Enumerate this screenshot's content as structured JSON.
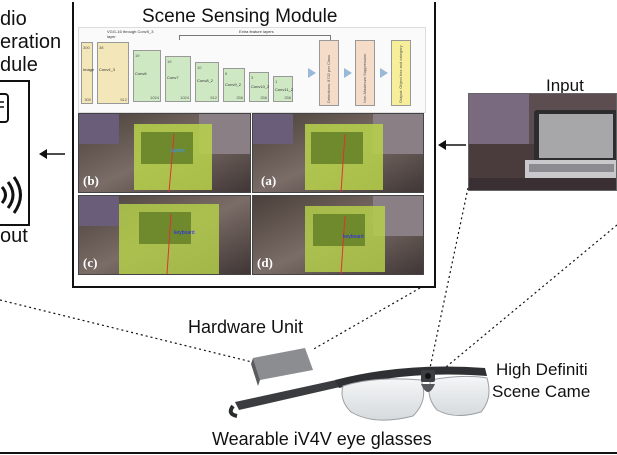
{
  "audio_module": {
    "title_lines": [
      "dio",
      "eration",
      "dule"
    ],
    "output_label": "out"
  },
  "scene_module": {
    "title": "Scene Sensing Module",
    "network": {
      "header_left": "VGG-16 through Conv5_3 layer",
      "header_right": "Extra feature layers",
      "blocks": [
        {
          "label": "Image",
          "top": "300",
          "bottom": "300",
          "color": "#f3e6b8"
        },
        {
          "label": "Conv4_3",
          "top": "38",
          "bottom": "512",
          "color": "#f3e6b8"
        },
        {
          "label": "Conv6",
          "top": "19",
          "bottom": "1024",
          "color": "#cfe8c4"
        },
        {
          "label": "Conv7",
          "top": "19",
          "bottom": "1024",
          "color": "#cfe8c4"
        },
        {
          "label": "Conv8_2",
          "top": "10",
          "bottom": "512",
          "color": "#cfe8c4"
        },
        {
          "label": "Conv9_2",
          "top": "5",
          "bottom": "256",
          "color": "#cfe8c4"
        },
        {
          "label": "Conv10_2",
          "top": "3",
          "bottom": "256",
          "color": "#cfe8c4"
        },
        {
          "label": "Conv11_2",
          "top": "1",
          "bottom": "256",
          "color": "#cfe8c4"
        }
      ],
      "stages": [
        {
          "label": "Detections: 8732 per Class",
          "color": "#f5dcc8"
        },
        {
          "label": "Non-Maximum Suppression",
          "color": "#f5dcc8"
        },
        {
          "label": "Output: Object box and category",
          "color": "#f7ee9a"
        }
      ]
    },
    "panels": [
      {
        "tag": "(b)",
        "text": ""
      },
      {
        "tag": "(a)",
        "text": ""
      },
      {
        "tag": "(c)",
        "text": ""
      },
      {
        "tag": "(d)",
        "text": ""
      }
    ]
  },
  "input_label": "Input",
  "hardware_label": "Hardware Unit",
  "camera_label_lines": [
    "High Definiti",
    "Scene Came"
  ],
  "glasses_label": "Wearable iV4V eye glasses"
}
